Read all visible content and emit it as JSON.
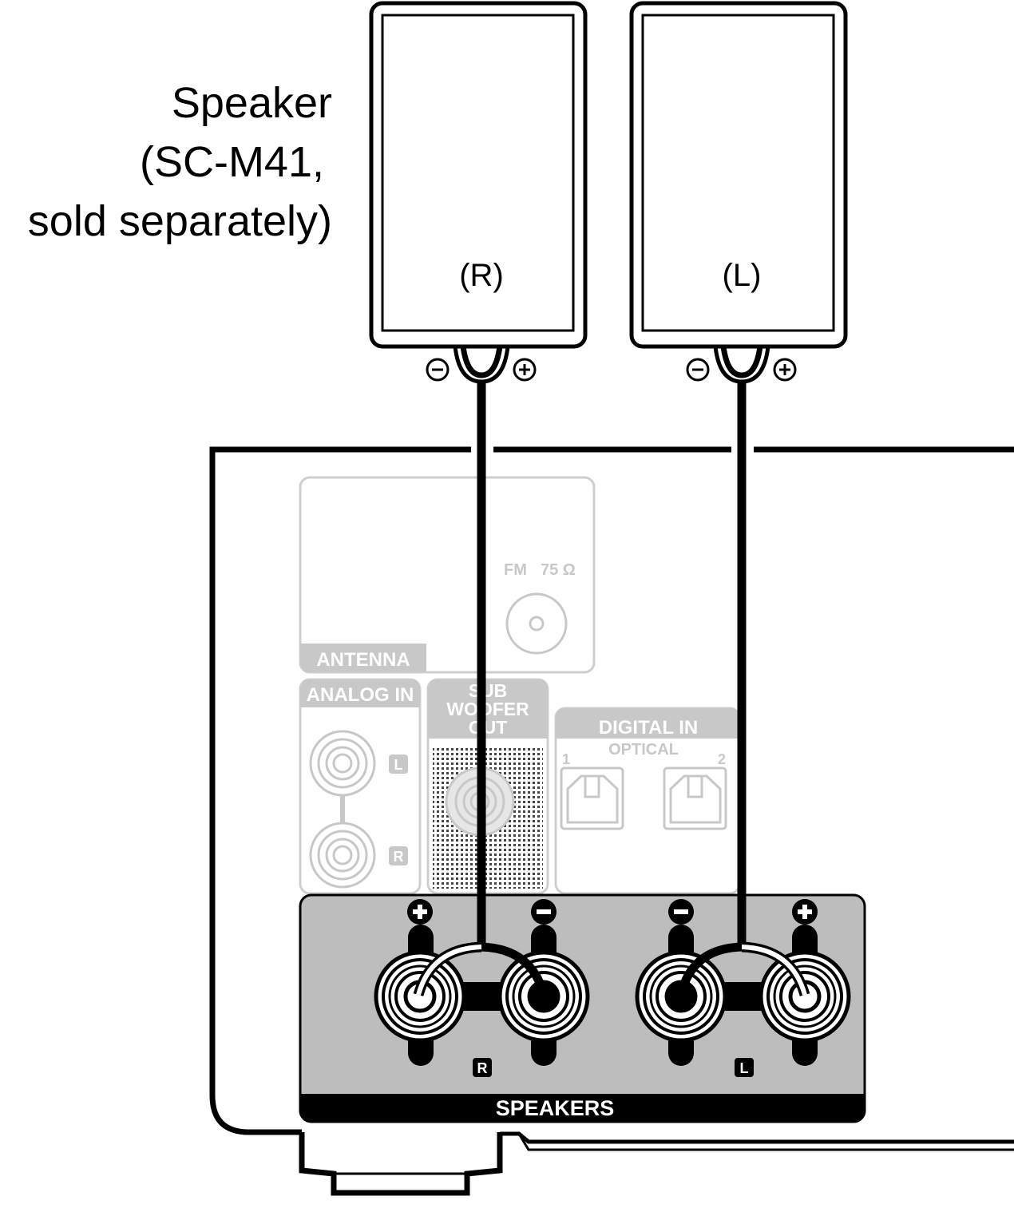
{
  "caption": {
    "line1": "Speaker",
    "line2": "(SC-M41,",
    "line3": "sold separately)"
  },
  "speakers": {
    "right_label": "(R)",
    "left_label": "(L)"
  },
  "panel": {
    "antenna": "ANTENNA",
    "fm": "FM",
    "ohm": "75 Ω",
    "analog_in": "ANALOG IN",
    "analog_l": "L",
    "analog_r": "R",
    "subwoofer_1": "SUB",
    "subwoofer_2": "WOOFER",
    "subwoofer_3": "OUT",
    "digital_in": "DIGITAL IN",
    "optical": "OPTICAL",
    "optical_1": "1",
    "optical_2": "2",
    "speakers_title": "SPEAKERS",
    "terminal_r": "R",
    "terminal_l": "L"
  },
  "colors": {
    "line": "#000000",
    "panel_gray": "#bdbdbd",
    "faded_gray": "#c8c8c8"
  }
}
